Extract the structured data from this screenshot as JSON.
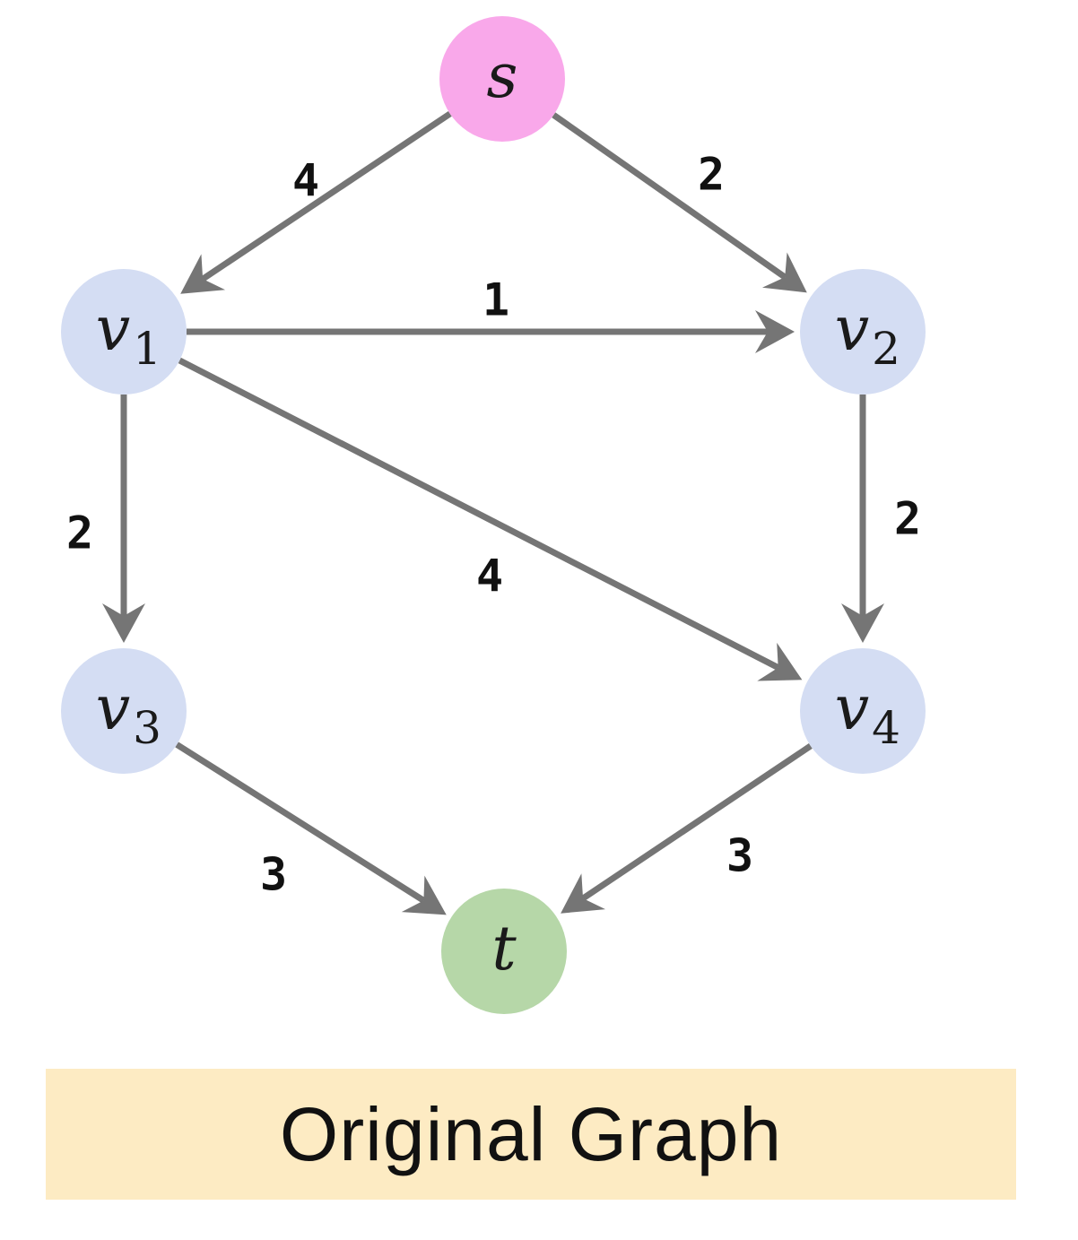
{
  "nodes": [
    {
      "id": "s",
      "letter": "s",
      "sub": "",
      "color": "#f9a8ea"
    },
    {
      "id": "v1",
      "letter": "v",
      "sub": "1",
      "color": "#d4ddf3"
    },
    {
      "id": "v2",
      "letter": "v",
      "sub": "2",
      "color": "#d4ddf3"
    },
    {
      "id": "v3",
      "letter": "v",
      "sub": "3",
      "color": "#d4ddf3"
    },
    {
      "id": "v4",
      "letter": "v",
      "sub": "4",
      "color": "#d4ddf3"
    },
    {
      "id": "t",
      "letter": "t",
      "sub": "",
      "color": "#b6d7a8"
    }
  ],
  "edges": [
    {
      "from": "s",
      "to": "v1",
      "weight": "4"
    },
    {
      "from": "s",
      "to": "v2",
      "weight": "2"
    },
    {
      "from": "v1",
      "to": "v2",
      "weight": "1"
    },
    {
      "from": "v1",
      "to": "v3",
      "weight": "2"
    },
    {
      "from": "v1",
      "to": "v4",
      "weight": "4"
    },
    {
      "from": "v2",
      "to": "v4",
      "weight": "2"
    },
    {
      "from": "v3",
      "to": "t",
      "weight": "3"
    },
    {
      "from": "v4",
      "to": "t",
      "weight": "3"
    }
  ],
  "caption": {
    "text": "Original Graph",
    "background": "#fdebc3"
  },
  "colors": {
    "edge": "#757575"
  }
}
